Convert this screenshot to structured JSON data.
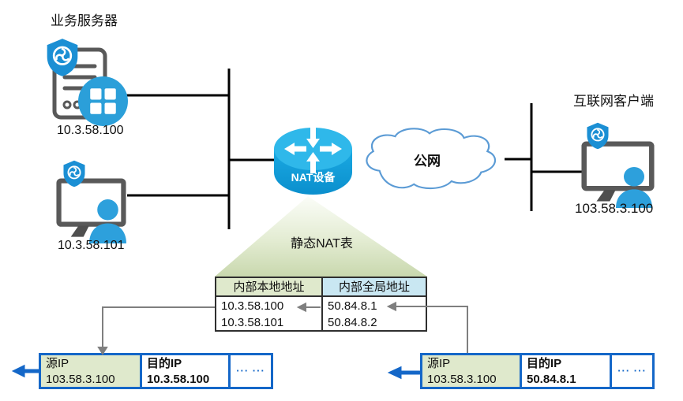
{
  "nodes": {
    "server": {
      "title": "业务服务器",
      "ip": "10.3.58.100"
    },
    "internal_pc": {
      "ip": "10.3.58.101"
    },
    "nat_device": {
      "label": "NAT设备"
    },
    "cloud": {
      "label": "公网"
    },
    "internet_client": {
      "title": "互联网客户端",
      "ip": "103.58.3.100"
    }
  },
  "nat_table": {
    "title": "静态NAT表",
    "col_local": "内部本地地址",
    "col_global": "内部全局地址",
    "local_rows": [
      "10.3.58.100",
      "10.3.58.101"
    ],
    "global_rows": [
      "50.84.8.1",
      "50.84.8.2"
    ]
  },
  "packets": {
    "left": {
      "src_label": "源IP",
      "src_ip": "103.58.3.100",
      "dst_label": "目的IP",
      "dst_ip": "10.3.58.100",
      "more": "··· ···"
    },
    "right": {
      "src_label": "源IP",
      "src_ip": "103.58.3.100",
      "dst_label": "目的IP",
      "dst_ip": "50.84.8.1",
      "more": "··· ···"
    }
  },
  "colors": {
    "accent_blue": "#1467c8",
    "icon_blue": "#2b9fd9",
    "router_cyan": "#12a3dc",
    "table_green": "#dfe9cc",
    "table_blue": "#c9e7f2",
    "cloud_stroke": "#5b9bd5",
    "connector_gray": "#7f7f7f"
  },
  "icons": {
    "shield": "shield-icon",
    "server": "server-tower-icon",
    "monitor": "monitor-icon",
    "person": "person-icon",
    "app_grid": "app-grid-icon",
    "router": "router-icon",
    "cloud": "cloud-icon"
  }
}
